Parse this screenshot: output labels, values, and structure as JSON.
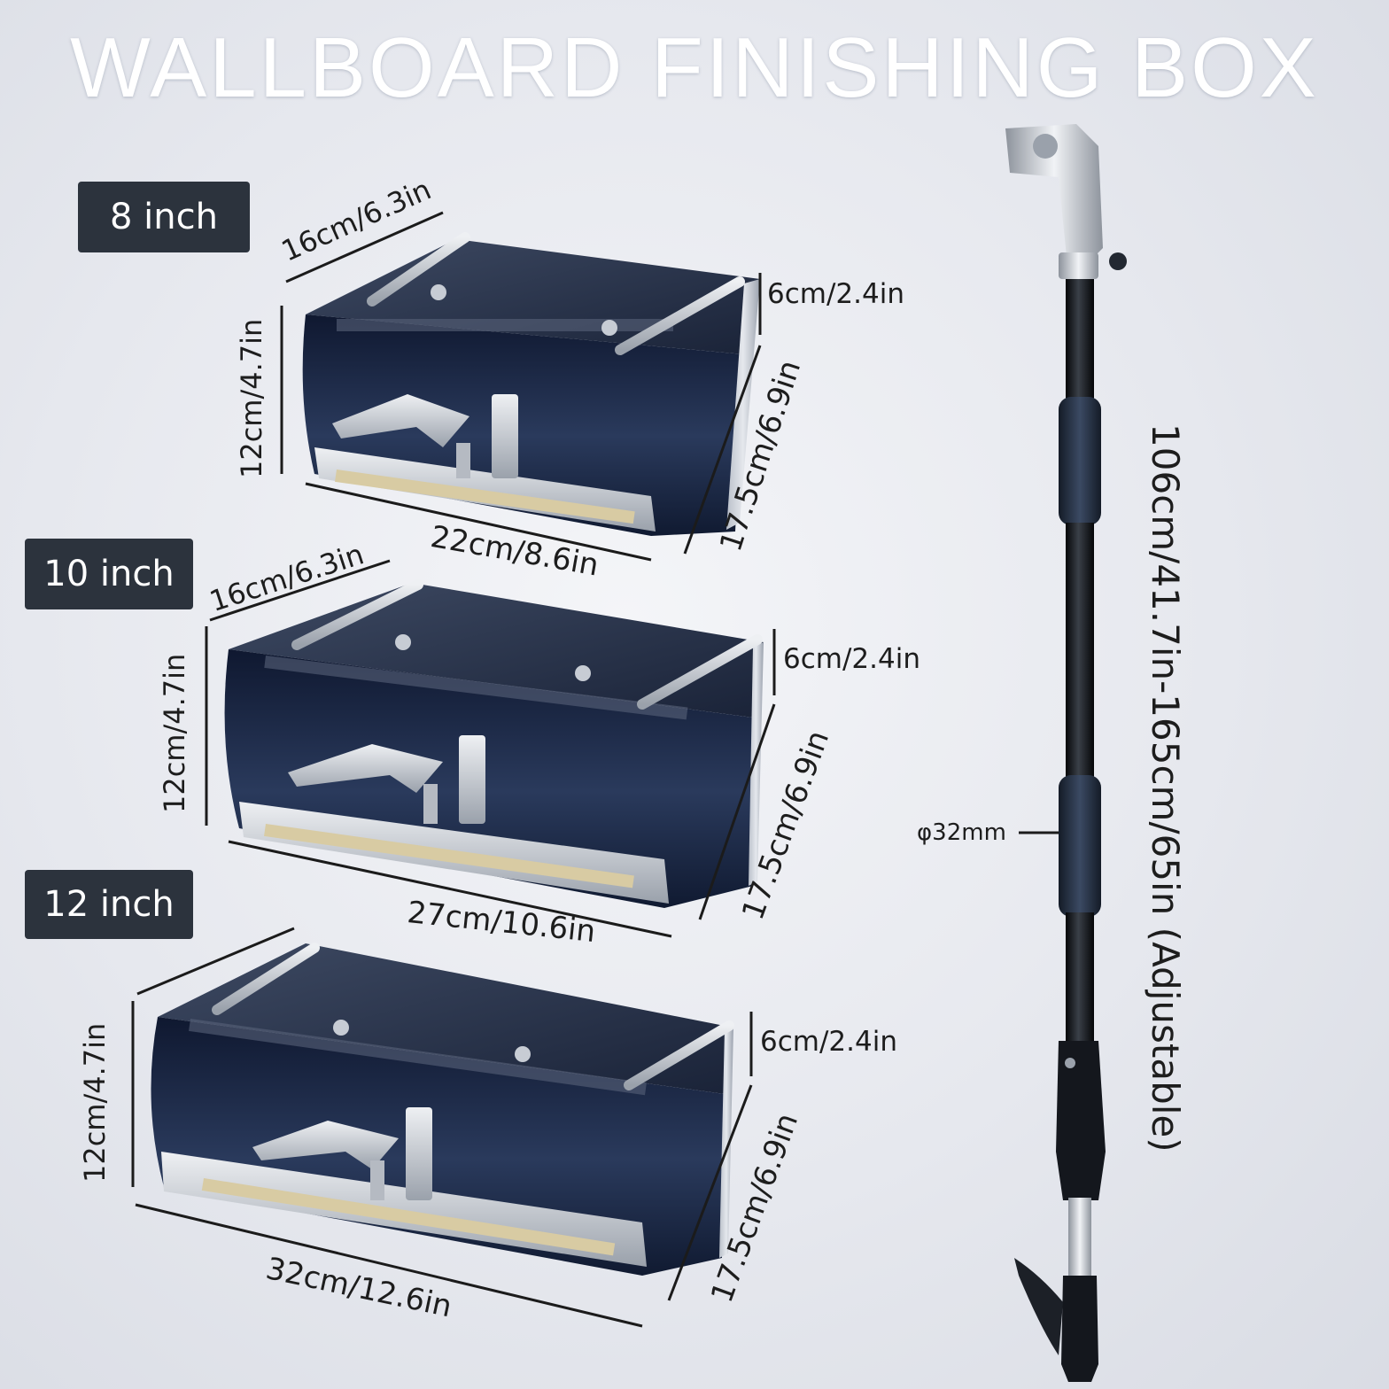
{
  "title": "WALLBOARD FINISHING BOX",
  "boxes": [
    {
      "size_label": "8 inch",
      "dims": {
        "depth": "16cm/6.3in",
        "front_height": "12cm/4.7in",
        "lip": "6cm/2.4in",
        "side": "17.5cm/6.9in",
        "width": "22cm/8.6in"
      }
    },
    {
      "size_label": "10 inch",
      "dims": {
        "depth": "16cm/6.3in",
        "front_height": "12cm/4.7in",
        "lip": "6cm/2.4in",
        "side": "17.5cm/6.9in",
        "width": "27cm/10.6in"
      }
    },
    {
      "size_label": "12 inch",
      "dims": {
        "front_height": "12cm/4.7in",
        "lip": "6cm/2.4in",
        "side": "17.5cm/6.9in",
        "width": "32cm/12.6in"
      }
    }
  ],
  "handle": {
    "length_label": "106cm/41.7in-165cm/65in (Adjustable)",
    "diameter_label": "φ32mm"
  },
  "colors": {
    "box_body": "#1f2a44",
    "box_body_light": "#3c4f73",
    "steel": "#c9ced6",
    "handle_black": "#111418",
    "grip": "#2e3a4f",
    "label_bg": "#2c333d"
  },
  "icons": [
    "finishing-box-8in",
    "finishing-box-10in",
    "finishing-box-12in",
    "extension-handle"
  ]
}
